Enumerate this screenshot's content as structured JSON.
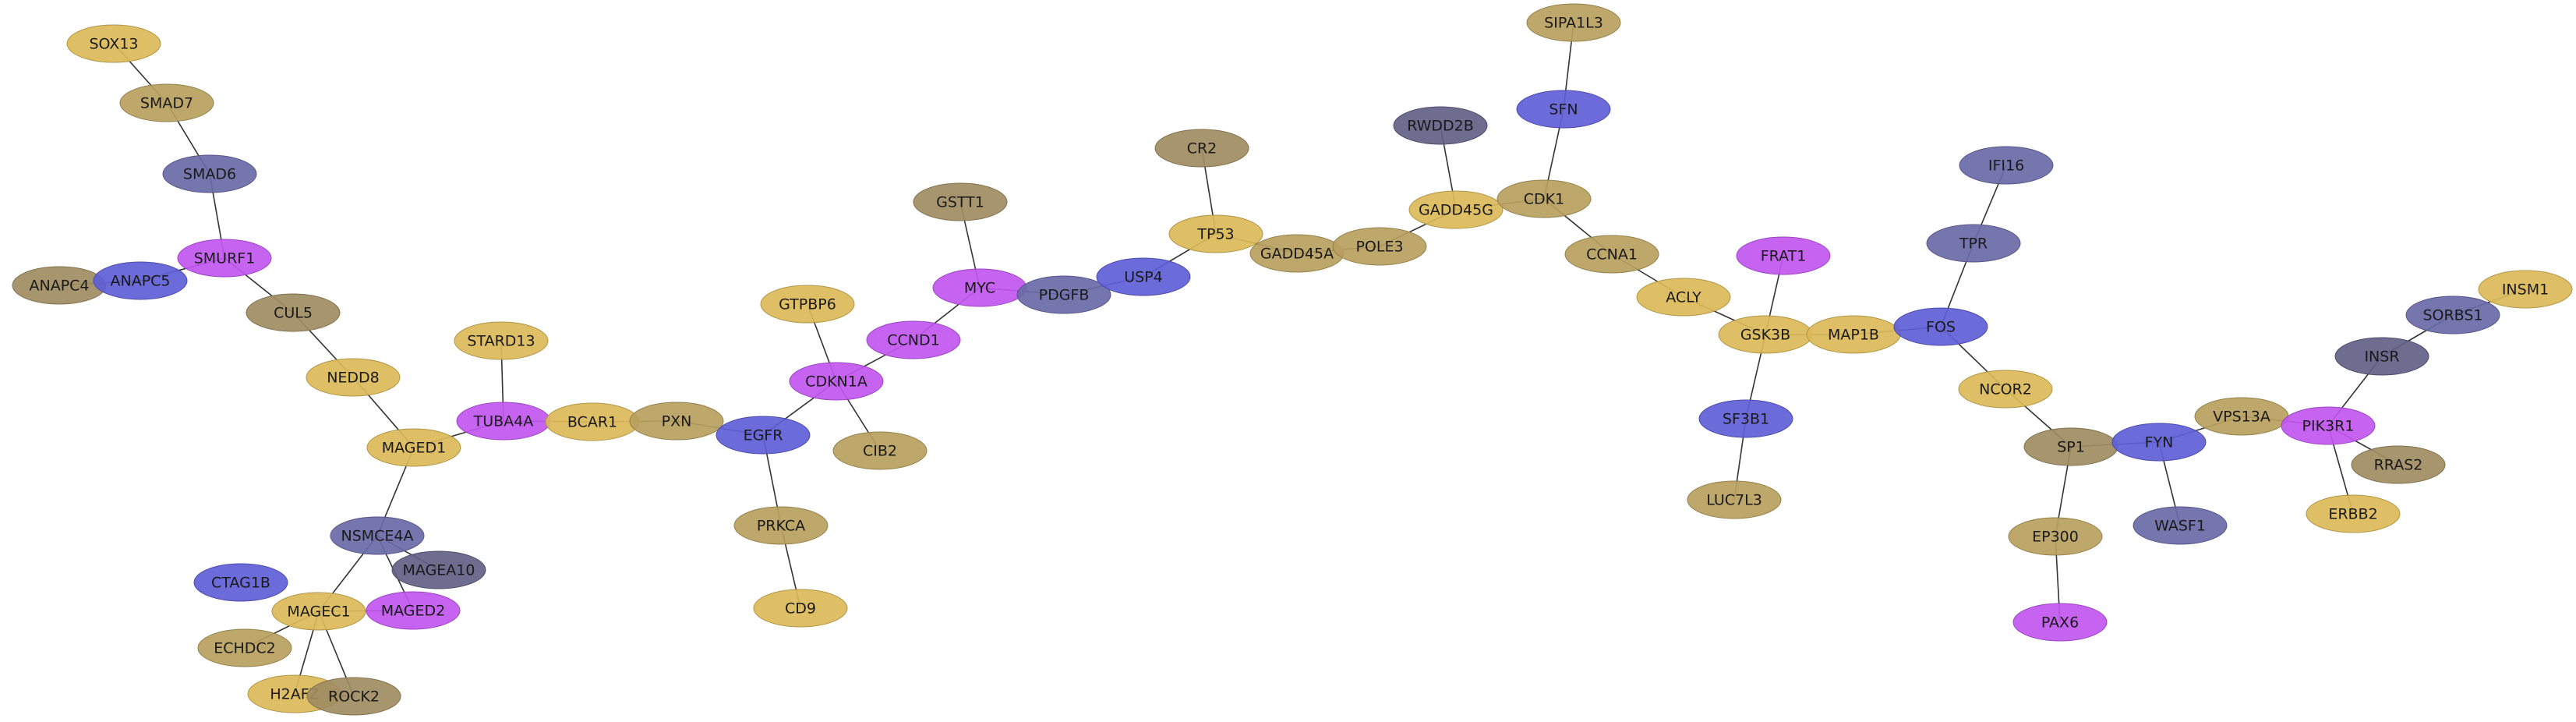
{
  "colors": {
    "yellow": "#dcba58",
    "olive": "#b8a05e",
    "tan": "#a08c62",
    "purple": "#c156f0",
    "blue": "#5e5ed6",
    "slate": "#6a6aa8",
    "darkslate": "#626086",
    "edge": "#333333"
  },
  "nodes": [
    {
      "id": "SOX13",
      "color": "yellow"
    },
    {
      "id": "SMAD7",
      "color": "olive"
    },
    {
      "id": "SMAD6",
      "color": "slate"
    },
    {
      "id": "SMURF1",
      "color": "purple"
    },
    {
      "id": "ANAPC4",
      "color": "tan"
    },
    {
      "id": "ANAPC5",
      "color": "blue"
    },
    {
      "id": "CUL5",
      "color": "tan"
    },
    {
      "id": "NEDD8",
      "color": "yellow"
    },
    {
      "id": "MAGED1",
      "color": "yellow"
    },
    {
      "id": "STARD13",
      "color": "yellow"
    },
    {
      "id": "TUBA4A",
      "color": "purple"
    },
    {
      "id": "BCAR1",
      "color": "yellow"
    },
    {
      "id": "PXN",
      "color": "olive"
    },
    {
      "id": "EGFR",
      "color": "blue"
    },
    {
      "id": "PRKCA",
      "color": "olive"
    },
    {
      "id": "CD9",
      "color": "yellow"
    },
    {
      "id": "NSMCE4A",
      "color": "slate"
    },
    {
      "id": "MAGEA10",
      "color": "darkslate"
    },
    {
      "id": "CTAG1B",
      "color": "blue"
    },
    {
      "id": "MAGEC1",
      "color": "yellow"
    },
    {
      "id": "MAGED2",
      "color": "purple"
    },
    {
      "id": "ECHDC2",
      "color": "olive"
    },
    {
      "id": "H2AFZ",
      "color": "yellow"
    },
    {
      "id": "ROCK2",
      "color": "tan"
    },
    {
      "id": "GTPBP6",
      "color": "yellow"
    },
    {
      "id": "CDKN1A",
      "color": "purple"
    },
    {
      "id": "CIB2",
      "color": "olive"
    },
    {
      "id": "CCND1",
      "color": "purple"
    },
    {
      "id": "GSTT1",
      "color": "tan"
    },
    {
      "id": "MYC",
      "color": "purple"
    },
    {
      "id": "PDGFB",
      "color": "slate"
    },
    {
      "id": "USP4",
      "color": "blue"
    },
    {
      "id": "CR2",
      "color": "tan"
    },
    {
      "id": "TP53",
      "color": "yellow"
    },
    {
      "id": "GADD45A",
      "color": "olive"
    },
    {
      "id": "POLE3",
      "color": "olive"
    },
    {
      "id": "RWDD2B",
      "color": "darkslate"
    },
    {
      "id": "GADD45G",
      "color": "yellow"
    },
    {
      "id": "CDK1",
      "color": "olive"
    },
    {
      "id": "SFN",
      "color": "blue"
    },
    {
      "id": "SIPA1L3",
      "color": "olive"
    },
    {
      "id": "CCNA1",
      "color": "olive"
    },
    {
      "id": "ACLY",
      "color": "yellow"
    },
    {
      "id": "FRAT1",
      "color": "purple"
    },
    {
      "id": "GSK3B",
      "color": "yellow"
    },
    {
      "id": "SF3B1",
      "color": "blue"
    },
    {
      "id": "LUC7L3",
      "color": "olive"
    },
    {
      "id": "MAP1B",
      "color": "yellow"
    },
    {
      "id": "FOS",
      "color": "blue"
    },
    {
      "id": "TPR",
      "color": "slate"
    },
    {
      "id": "IFI16",
      "color": "slate"
    },
    {
      "id": "NCOR2",
      "color": "yellow"
    },
    {
      "id": "SP1",
      "color": "tan"
    },
    {
      "id": "EP300",
      "color": "olive"
    },
    {
      "id": "PAX6",
      "color": "purple"
    },
    {
      "id": "FYN",
      "color": "blue"
    },
    {
      "id": "WASF1",
      "color": "slate"
    },
    {
      "id": "VPS13A",
      "color": "olive"
    },
    {
      "id": "PIK3R1",
      "color": "purple"
    },
    {
      "id": "INSR",
      "color": "darkslate"
    },
    {
      "id": "SORBS1",
      "color": "slate"
    },
    {
      "id": "INSM1",
      "color": "yellow"
    },
    {
      "id": "RRAS2",
      "color": "tan"
    },
    {
      "id": "ERBB2",
      "color": "yellow"
    }
  ],
  "edges": [
    [
      "SOX13",
      "SMAD7"
    ],
    [
      "SMAD7",
      "SMAD6"
    ],
    [
      "SMAD6",
      "SMURF1"
    ],
    [
      "SMURF1",
      "ANAPC5"
    ],
    [
      "ANAPC4",
      "ANAPC5"
    ],
    [
      "SMURF1",
      "CUL5"
    ],
    [
      "CUL5",
      "NEDD8"
    ],
    [
      "NEDD8",
      "MAGED1"
    ],
    [
      "MAGED1",
      "TUBA4A"
    ],
    [
      "STARD13",
      "TUBA4A"
    ],
    [
      "TUBA4A",
      "BCAR1"
    ],
    [
      "BCAR1",
      "PXN"
    ],
    [
      "PXN",
      "EGFR"
    ],
    [
      "EGFR",
      "PRKCA"
    ],
    [
      "PRKCA",
      "CD9"
    ],
    [
      "EGFR",
      "CDKN1A"
    ],
    [
      "MAGED1",
      "NSMCE4A"
    ],
    [
      "NSMCE4A",
      "MAGEA10"
    ],
    [
      "NSMCE4A",
      "MAGEC1"
    ],
    [
      "NSMCE4A",
      "MAGED2"
    ],
    [
      "MAGEC1",
      "MAGED2"
    ],
    [
      "MAGEC1",
      "ECHDC2"
    ],
    [
      "MAGEC1",
      "H2AFZ"
    ],
    [
      "MAGEC1",
      "ROCK2"
    ],
    [
      "H2AFZ",
      "ROCK2"
    ],
    [
      "GTPBP6",
      "CDKN1A"
    ],
    [
      "CDKN1A",
      "CIB2"
    ],
    [
      "CDKN1A",
      "CCND1"
    ],
    [
      "CCND1",
      "MYC"
    ],
    [
      "GSTT1",
      "MYC"
    ],
    [
      "MYC",
      "PDGFB"
    ],
    [
      "PDGFB",
      "USP4"
    ],
    [
      "USP4",
      "TP53"
    ],
    [
      "CR2",
      "TP53"
    ],
    [
      "TP53",
      "GADD45A"
    ],
    [
      "GADD45A",
      "POLE3"
    ],
    [
      "POLE3",
      "GADD45G"
    ],
    [
      "RWDD2B",
      "GADD45G"
    ],
    [
      "GADD45G",
      "CDK1"
    ],
    [
      "CDK1",
      "SFN"
    ],
    [
      "SFN",
      "SIPA1L3"
    ],
    [
      "CDK1",
      "CCNA1"
    ],
    [
      "CCNA1",
      "ACLY"
    ],
    [
      "ACLY",
      "GSK3B"
    ],
    [
      "FRAT1",
      "GSK3B"
    ],
    [
      "GSK3B",
      "SF3B1"
    ],
    [
      "SF3B1",
      "LUC7L3"
    ],
    [
      "GSK3B",
      "MAP1B"
    ],
    [
      "MAP1B",
      "FOS"
    ],
    [
      "FOS",
      "TPR"
    ],
    [
      "TPR",
      "IFI16"
    ],
    [
      "FOS",
      "NCOR2"
    ],
    [
      "NCOR2",
      "SP1"
    ],
    [
      "SP1",
      "EP300"
    ],
    [
      "EP300",
      "PAX6"
    ],
    [
      "SP1",
      "FYN"
    ],
    [
      "FYN",
      "WASF1"
    ],
    [
      "FYN",
      "VPS13A"
    ],
    [
      "VPS13A",
      "PIK3R1"
    ],
    [
      "PIK3R1",
      "INSR"
    ],
    [
      "INSR",
      "SORBS1"
    ],
    [
      "SORBS1",
      "INSM1"
    ],
    [
      "PIK3R1",
      "RRAS2"
    ],
    [
      "PIK3R1",
      "ERBB2"
    ]
  ]
}
